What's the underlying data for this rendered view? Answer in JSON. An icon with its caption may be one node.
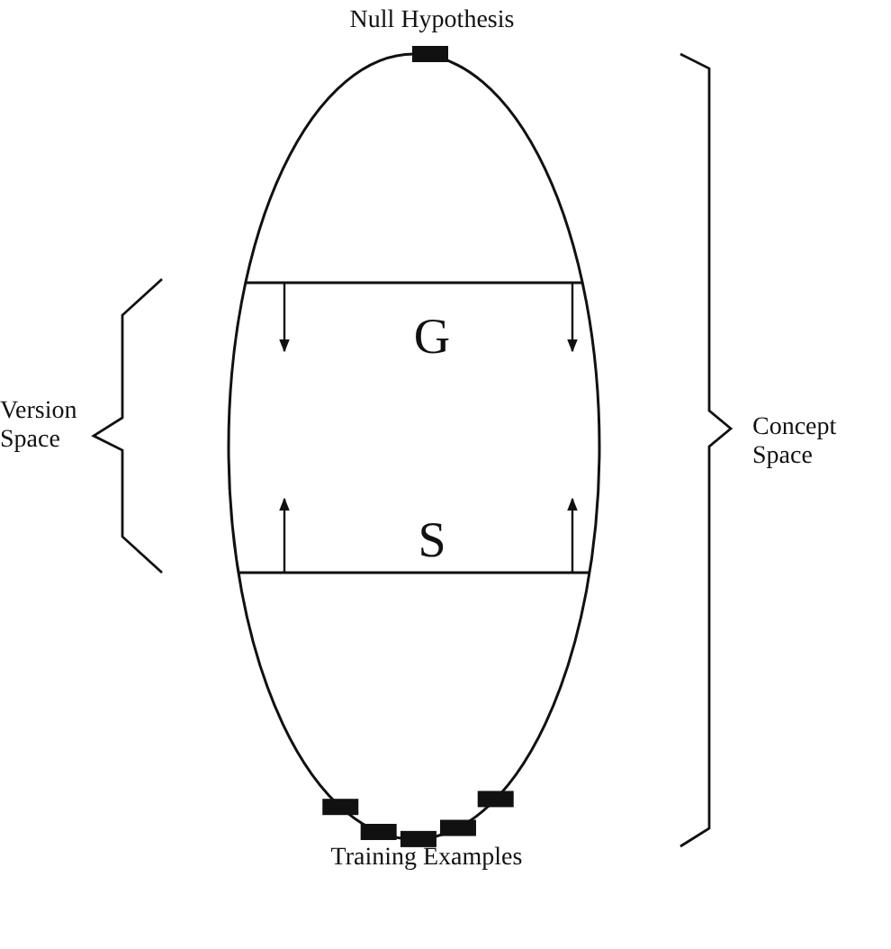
{
  "diagram": {
    "labels": [
      "Null Hypothesis",
      "G",
      "Version Space",
      "Concept Space",
      "S",
      "Training Examples"
    ]
  }
}
